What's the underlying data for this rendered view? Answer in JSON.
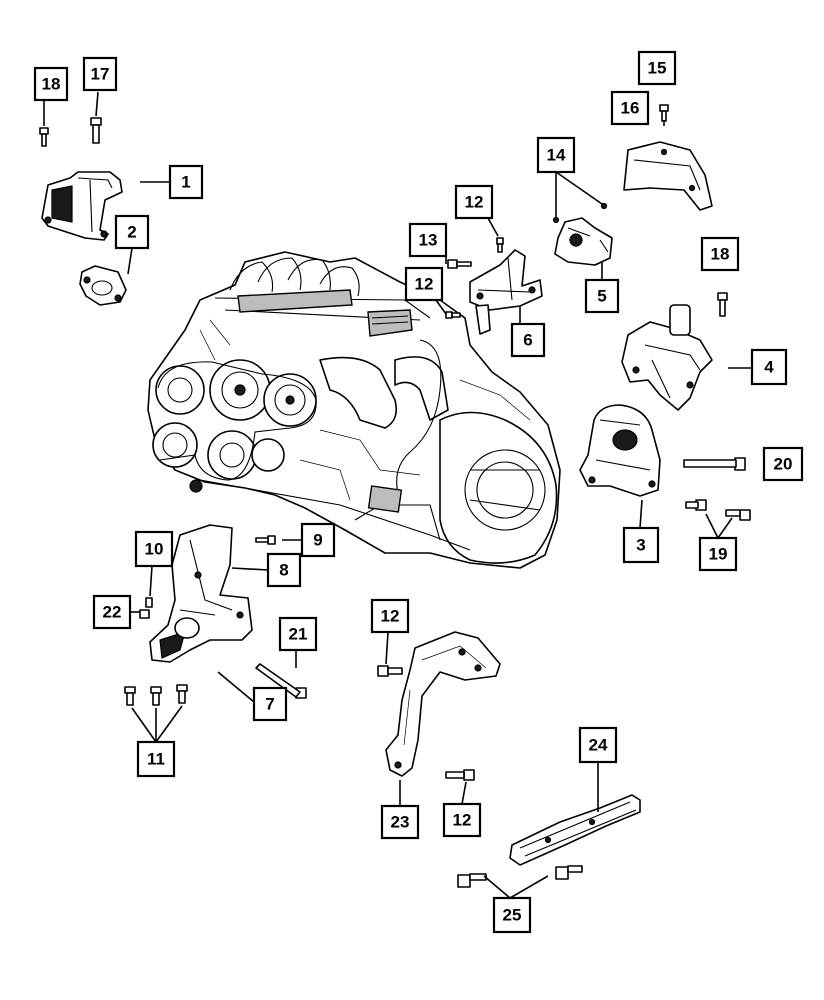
{
  "callouts": [
    {
      "id": "c18a",
      "label": "18"
    },
    {
      "id": "c17",
      "label": "17"
    },
    {
      "id": "c1",
      "label": "1"
    },
    {
      "id": "c2",
      "label": "2"
    },
    {
      "id": "c15",
      "label": "15"
    },
    {
      "id": "c16",
      "label": "16"
    },
    {
      "id": "c14",
      "label": "14"
    },
    {
      "id": "c12a",
      "label": "12"
    },
    {
      "id": "c13",
      "label": "13"
    },
    {
      "id": "c12b",
      "label": "12"
    },
    {
      "id": "c5",
      "label": "5"
    },
    {
      "id": "c6",
      "label": "6"
    },
    {
      "id": "c18b",
      "label": "18"
    },
    {
      "id": "c4",
      "label": "4"
    },
    {
      "id": "c20",
      "label": "20"
    },
    {
      "id": "c3",
      "label": "3"
    },
    {
      "id": "c19",
      "label": "19"
    },
    {
      "id": "c9",
      "label": "9"
    },
    {
      "id": "c8",
      "label": "8"
    },
    {
      "id": "c10",
      "label": "10"
    },
    {
      "id": "c22",
      "label": "22"
    },
    {
      "id": "c21",
      "label": "21"
    },
    {
      "id": "c7",
      "label": "7"
    },
    {
      "id": "c11",
      "label": "11"
    },
    {
      "id": "c12c",
      "label": "12"
    },
    {
      "id": "c23",
      "label": "23"
    },
    {
      "id": "c12d",
      "label": "12"
    },
    {
      "id": "c24",
      "label": "24"
    },
    {
      "id": "c25",
      "label": "25"
    }
  ],
  "icons": {
    "engine": "engine-assembly-icon",
    "bolt": "bolt-icon",
    "mount": "engine-mount-icon",
    "bracket": "mounting-bracket-icon",
    "crossmember": "crossmember-icon"
  }
}
